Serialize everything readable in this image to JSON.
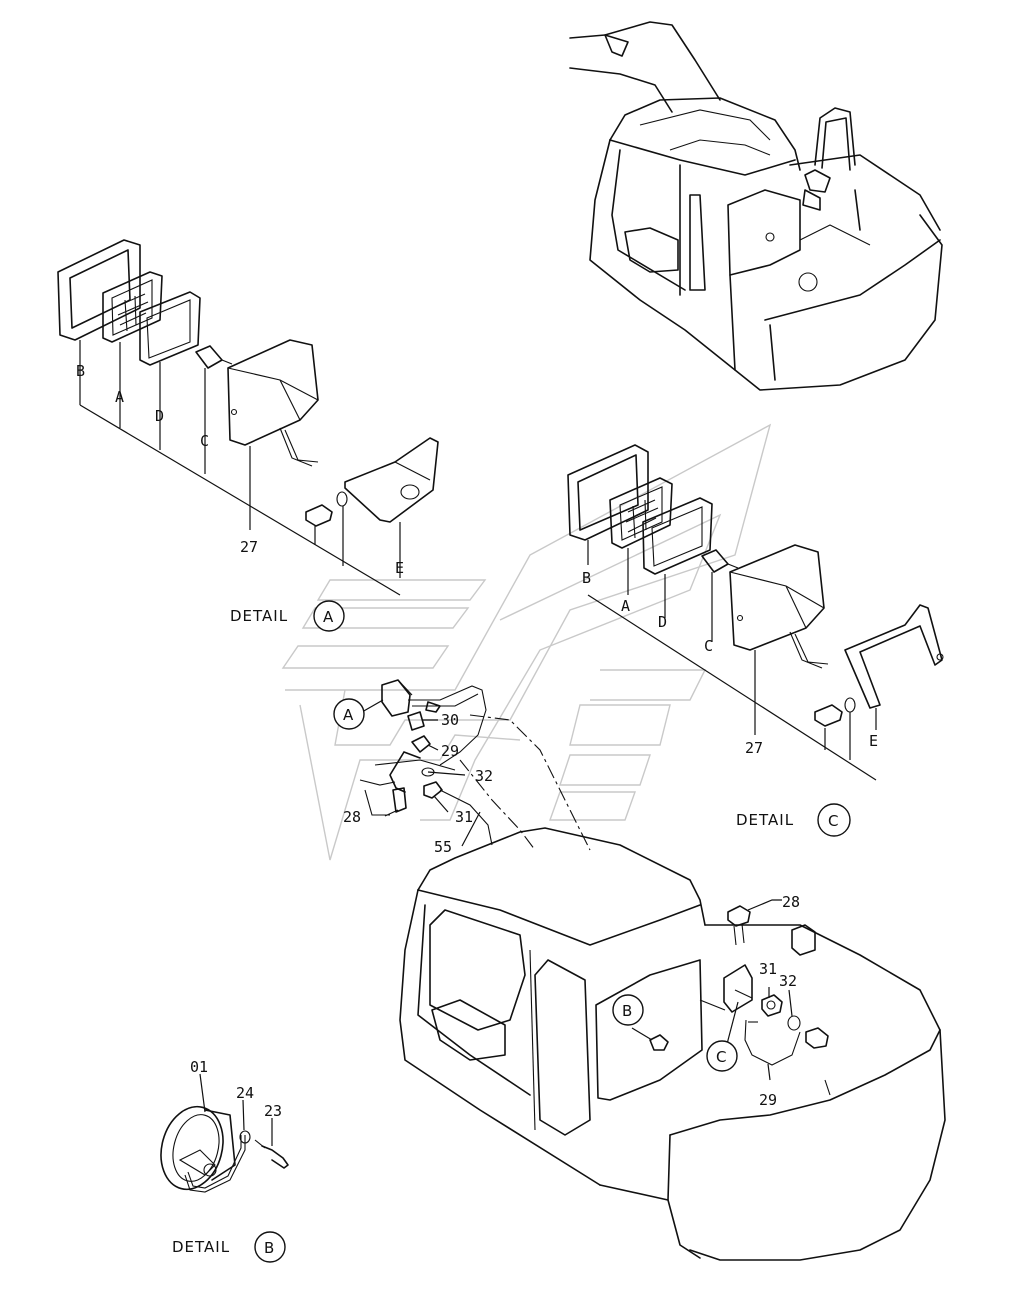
{
  "callouts": {
    "c27_a": "27",
    "c27_c": "27",
    "c28_mid": "28",
    "c28_right": "28",
    "c29_mid": "29",
    "c29_right": "29",
    "c30": "30",
    "c31_mid": "31",
    "c31_right": "31",
    "c32_mid": "32",
    "c32_right": "32",
    "c55": "55",
    "c01": "01",
    "c24": "24",
    "c23": "23"
  },
  "letters": {
    "a_B": "B",
    "a_A": "A",
    "a_D": "D",
    "a_C": "C",
    "a_E": "E",
    "c_B": "B",
    "c_A": "A",
    "c_D": "D",
    "c_C": "C",
    "c_E": "E"
  },
  "details": {
    "a_caption": "DETAIL",
    "a_letter": "A",
    "b_caption": "DETAIL",
    "b_letter": "B",
    "c_caption": "DETAIL",
    "c_letter": "C"
  },
  "markers": {
    "m_A": "A",
    "m_B": "B",
    "m_C": "C"
  }
}
